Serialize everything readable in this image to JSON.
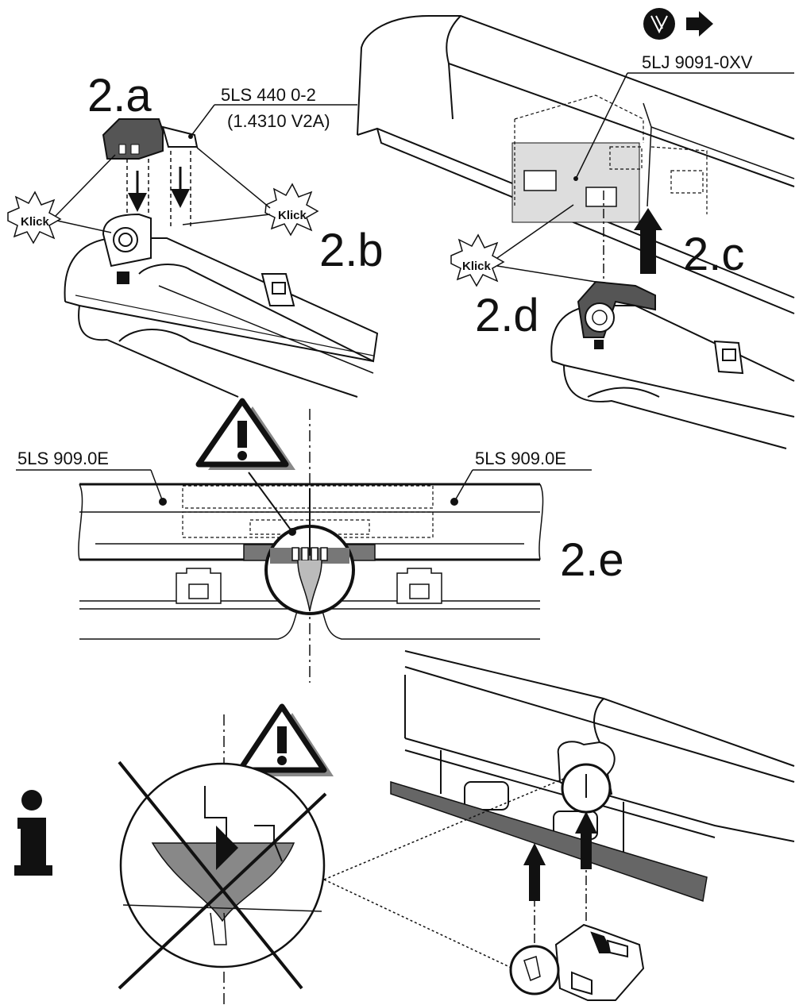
{
  "steps": {
    "a": "2.a",
    "b": "2.b",
    "c": "2.c",
    "d": "2.d",
    "e": "2.e"
  },
  "parts": {
    "clip_code": "5LS 440 0-2",
    "clip_material": "(1.4310 V2A)",
    "cover_code": "5LJ 9091-0XV",
    "housing_left": "5LS 909.0E",
    "housing_right": "5LS 909.0E"
  },
  "callouts": {
    "klick_1": "Klick",
    "klick_2": "Klick",
    "klick_3": "Klick"
  },
  "icons": {
    "manual": "manual-icon",
    "arrow": "arrow-right-icon",
    "warning_1": "warning-triangle-icon",
    "warning_2": "warning-triangle-icon",
    "info": "info-icon",
    "forbidden": "cross-out-icon"
  }
}
